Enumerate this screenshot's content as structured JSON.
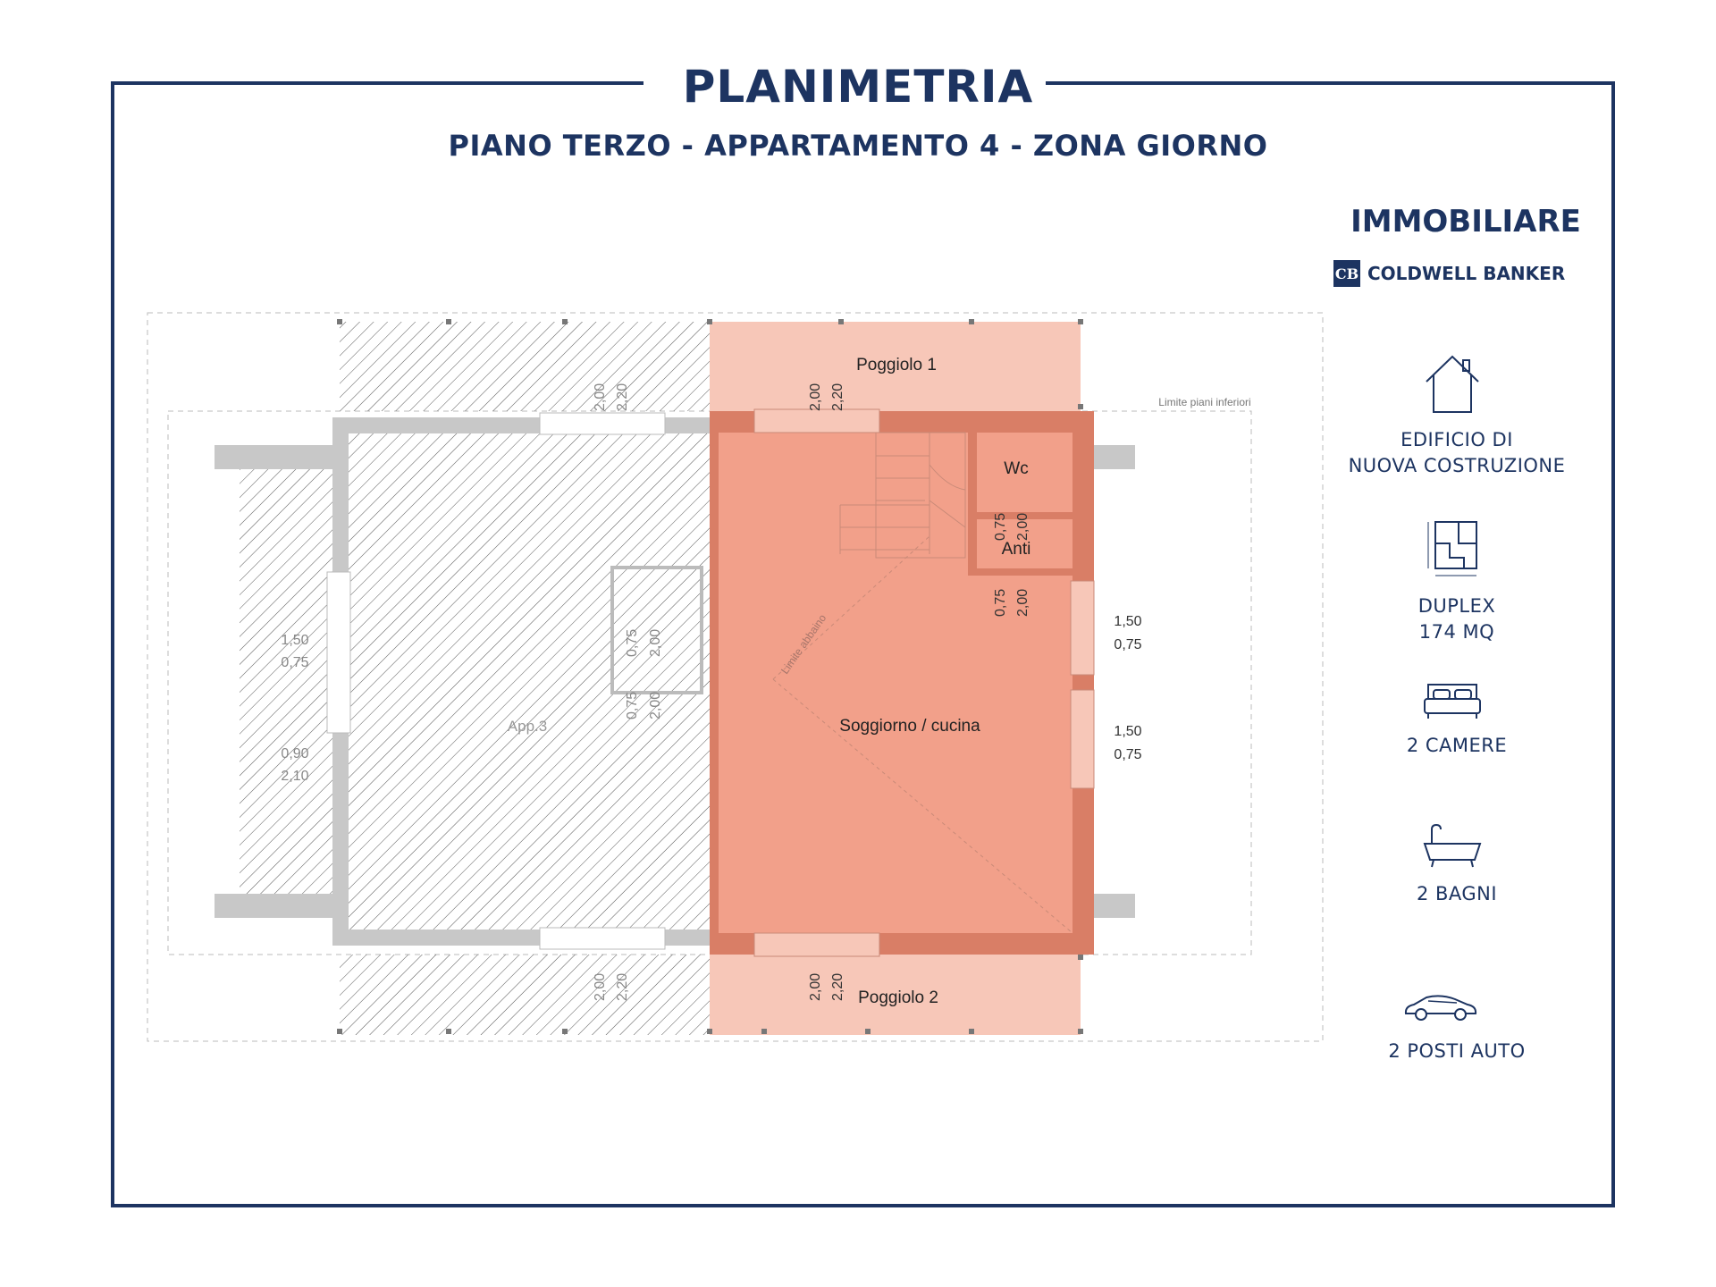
{
  "header": {
    "title": "PLANIMETRIA",
    "subtitle": "PIANO TERZO - APPARTAMENTO 4 - ZONA GIORNO"
  },
  "brand": {
    "name": "IMMOBILIARE",
    "logo_text": "CB",
    "company": "COLDWELL BANKER"
  },
  "features": [
    {
      "icon": "house-icon",
      "line1": "EDIFICIO DI",
      "line2": "NUOVA COSTRUZIONE"
    },
    {
      "icon": "floorplan-icon",
      "line1": "DUPLEX",
      "line2": "174 MQ"
    },
    {
      "icon": "bed-icon",
      "line1": "2 CAMERE",
      "line2": ""
    },
    {
      "icon": "bathtub-icon",
      "line1": "2 BAGNI",
      "line2": ""
    },
    {
      "icon": "car-icon",
      "line1": "2 POSTI AUTO",
      "line2": ""
    }
  ],
  "plan": {
    "rooms": {
      "poggiolo1": "Poggiolo 1",
      "poggiolo2": "Poggiolo 2",
      "wc": "Wc",
      "anti": "Anti",
      "soggiorno": "Soggiorno / cucina",
      "app3": "App.3"
    },
    "notes": {
      "limite_piani": "Limite piani inferiori",
      "limite_abbaino": "Limite abbaino"
    },
    "dims": {
      "d200": "2,00",
      "d220": "2,20",
      "d075": "0,75",
      "d150": "1,50",
      "d090": "0,90",
      "d210": "2,10"
    }
  },
  "colors": {
    "navy": "#1d3461",
    "apartment_fill": "#f2a08a",
    "balcony_fill": "#f7c7b8",
    "wall_highlight": "#d97e66",
    "wall_grey": "#c8c8c8"
  }
}
